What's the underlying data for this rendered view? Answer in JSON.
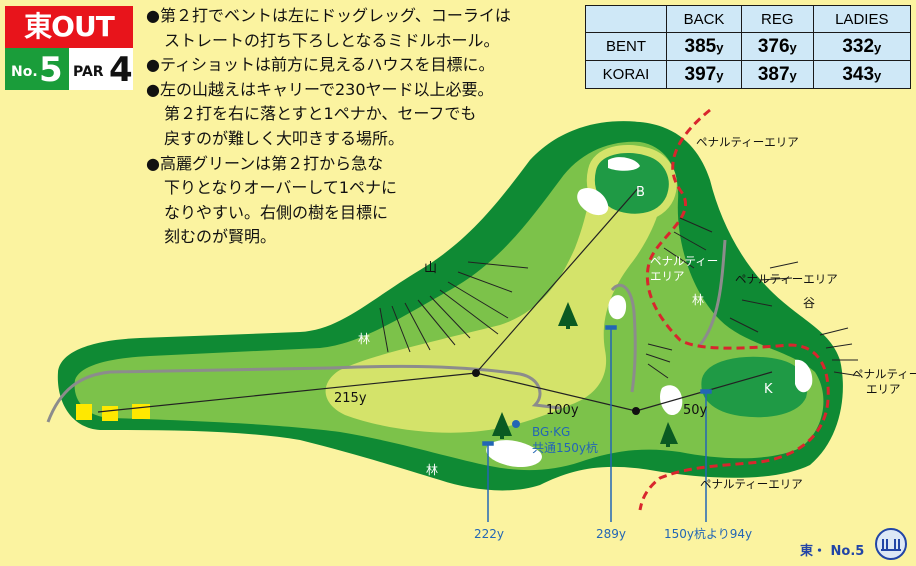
{
  "header": {
    "course": "東OUT",
    "no_label": "No.",
    "no_value": "5",
    "par_label": "PAR",
    "par_value": "4"
  },
  "notes": [
    "●第２打でベントは左にドッグレッグ、コーライは",
    "ストレートの打ち下ろしとなるミドルホール。",
    "●ティショットは前方に見えるハウスを目標に。",
    "●左の山越えはキャリーで230ヤード以上必要。",
    "第２打を右に落とすと1ペナか、セーフでも",
    "戻すのが難しく大叩きする場所。",
    "●高麗グリーンは第２打から急な",
    "下りとなりオーバーして1ペナに",
    "なりやすい。右側の樹を目標に",
    "刻むのが賢明。"
  ],
  "yardage": {
    "headers": [
      "BACK",
      "REG",
      "LADIES"
    ],
    "rows": [
      {
        "label": "BENT",
        "values": [
          "385",
          "376",
          "332"
        ]
      },
      {
        "label": "KORAI",
        "values": [
          "397",
          "387",
          "343"
        ]
      }
    ],
    "unit": "y"
  },
  "map_labels": {
    "yama": "山",
    "hayashi": "林",
    "tani": "谷",
    "penalty": "ペナルティーエリア",
    "penalty_2a": "ペナルティー",
    "penalty_2b": "エリア",
    "penalty_4a": "ペナルティー",
    "penalty_4b": "エリア",
    "green_b": "B",
    "green_k": "K",
    "d215": "215y",
    "d100": "100y",
    "d50": "50y",
    "bgkg_1": "BG·KG",
    "bgkg_2": "共通150y杭",
    "m222": "222y",
    "m289": "289y",
    "m150": "150y杭より94y"
  },
  "footer": "東・ No.5",
  "colors": {
    "rough_dark": "#0f8a34",
    "rough_light": "#7cc24a",
    "fairway": "#d4e36a",
    "bunker": "#ffffff",
    "tee": "#ffe800",
    "penalty": "#d8262d",
    "marker": "#2366b5",
    "path": "#8c8c8c"
  }
}
